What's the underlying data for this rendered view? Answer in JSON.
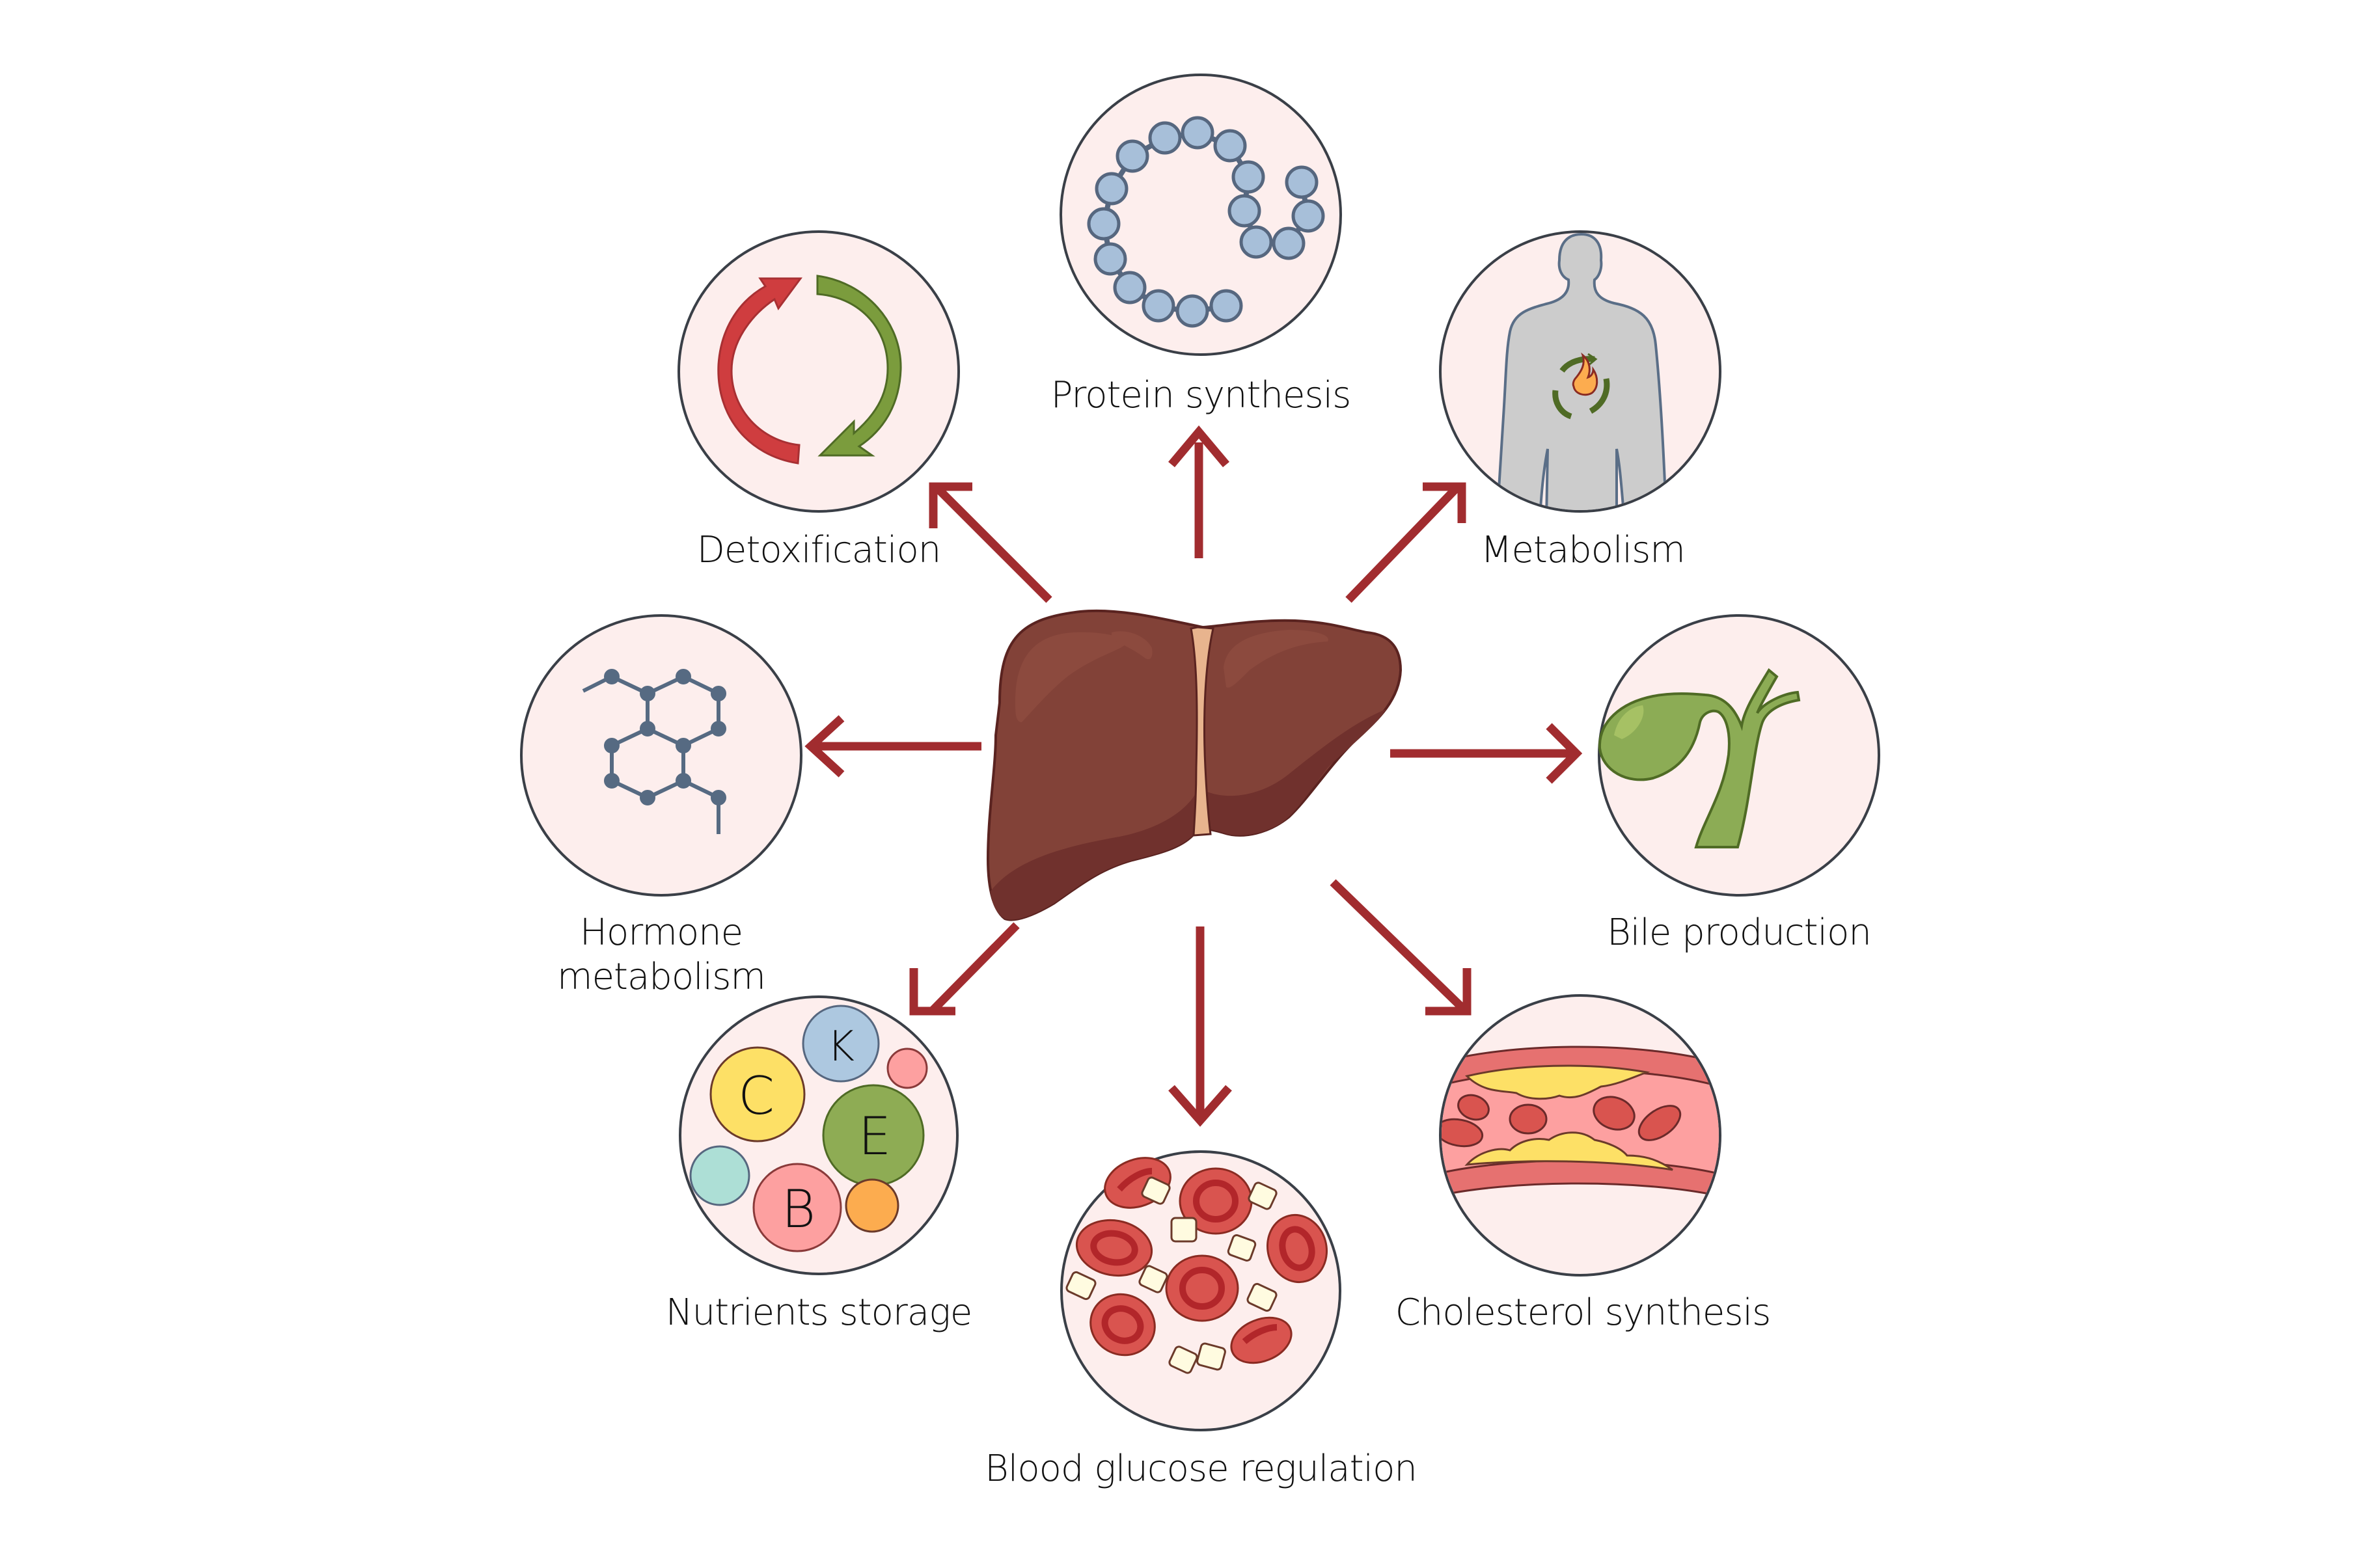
{
  "diagram": {
    "title": "Liver functions",
    "center": {
      "label": "Liver",
      "icon": "liver-icon"
    },
    "colors": {
      "arrow": "#a12c2f",
      "circle_fill": "#fdeeed",
      "circle_stroke": "#3a3f47",
      "liver": "#824238",
      "liver_shadow": "#70312d",
      "ligament": "#e8b48e"
    },
    "functions": [
      {
        "id": "protein-synthesis",
        "label": "Protein synthesis",
        "icon": "amino-acid-chain-icon",
        "direction": "up"
      },
      {
        "id": "detoxification",
        "label": "Detoxification",
        "icon": "cycle-arrows-icon",
        "direction": "up-left"
      },
      {
        "id": "metabolism",
        "label": "Metabolism",
        "icon": "body-metabolism-icon",
        "direction": "up-right"
      },
      {
        "id": "hormone-metabolism",
        "label_lines": [
          "Hormone",
          "metabolism"
        ],
        "icon": "molecule-icon",
        "direction": "left"
      },
      {
        "id": "bile-production",
        "label": "Bile production",
        "icon": "gallbladder-icon",
        "direction": "right"
      },
      {
        "id": "nutrients-storage",
        "label": "Nutrients storage",
        "icon": "vitamins-icon",
        "direction": "down-left",
        "vitamins": [
          "C",
          "K",
          "E",
          "B"
        ]
      },
      {
        "id": "blood-glucose-regulation",
        "label": "Blood glucose regulation",
        "icon": "blood-cells-glucose-icon",
        "direction": "down"
      },
      {
        "id": "cholesterol-synthesis",
        "label": "Cholesterol synthesis",
        "icon": "artery-plaque-icon",
        "direction": "down-right"
      }
    ]
  }
}
